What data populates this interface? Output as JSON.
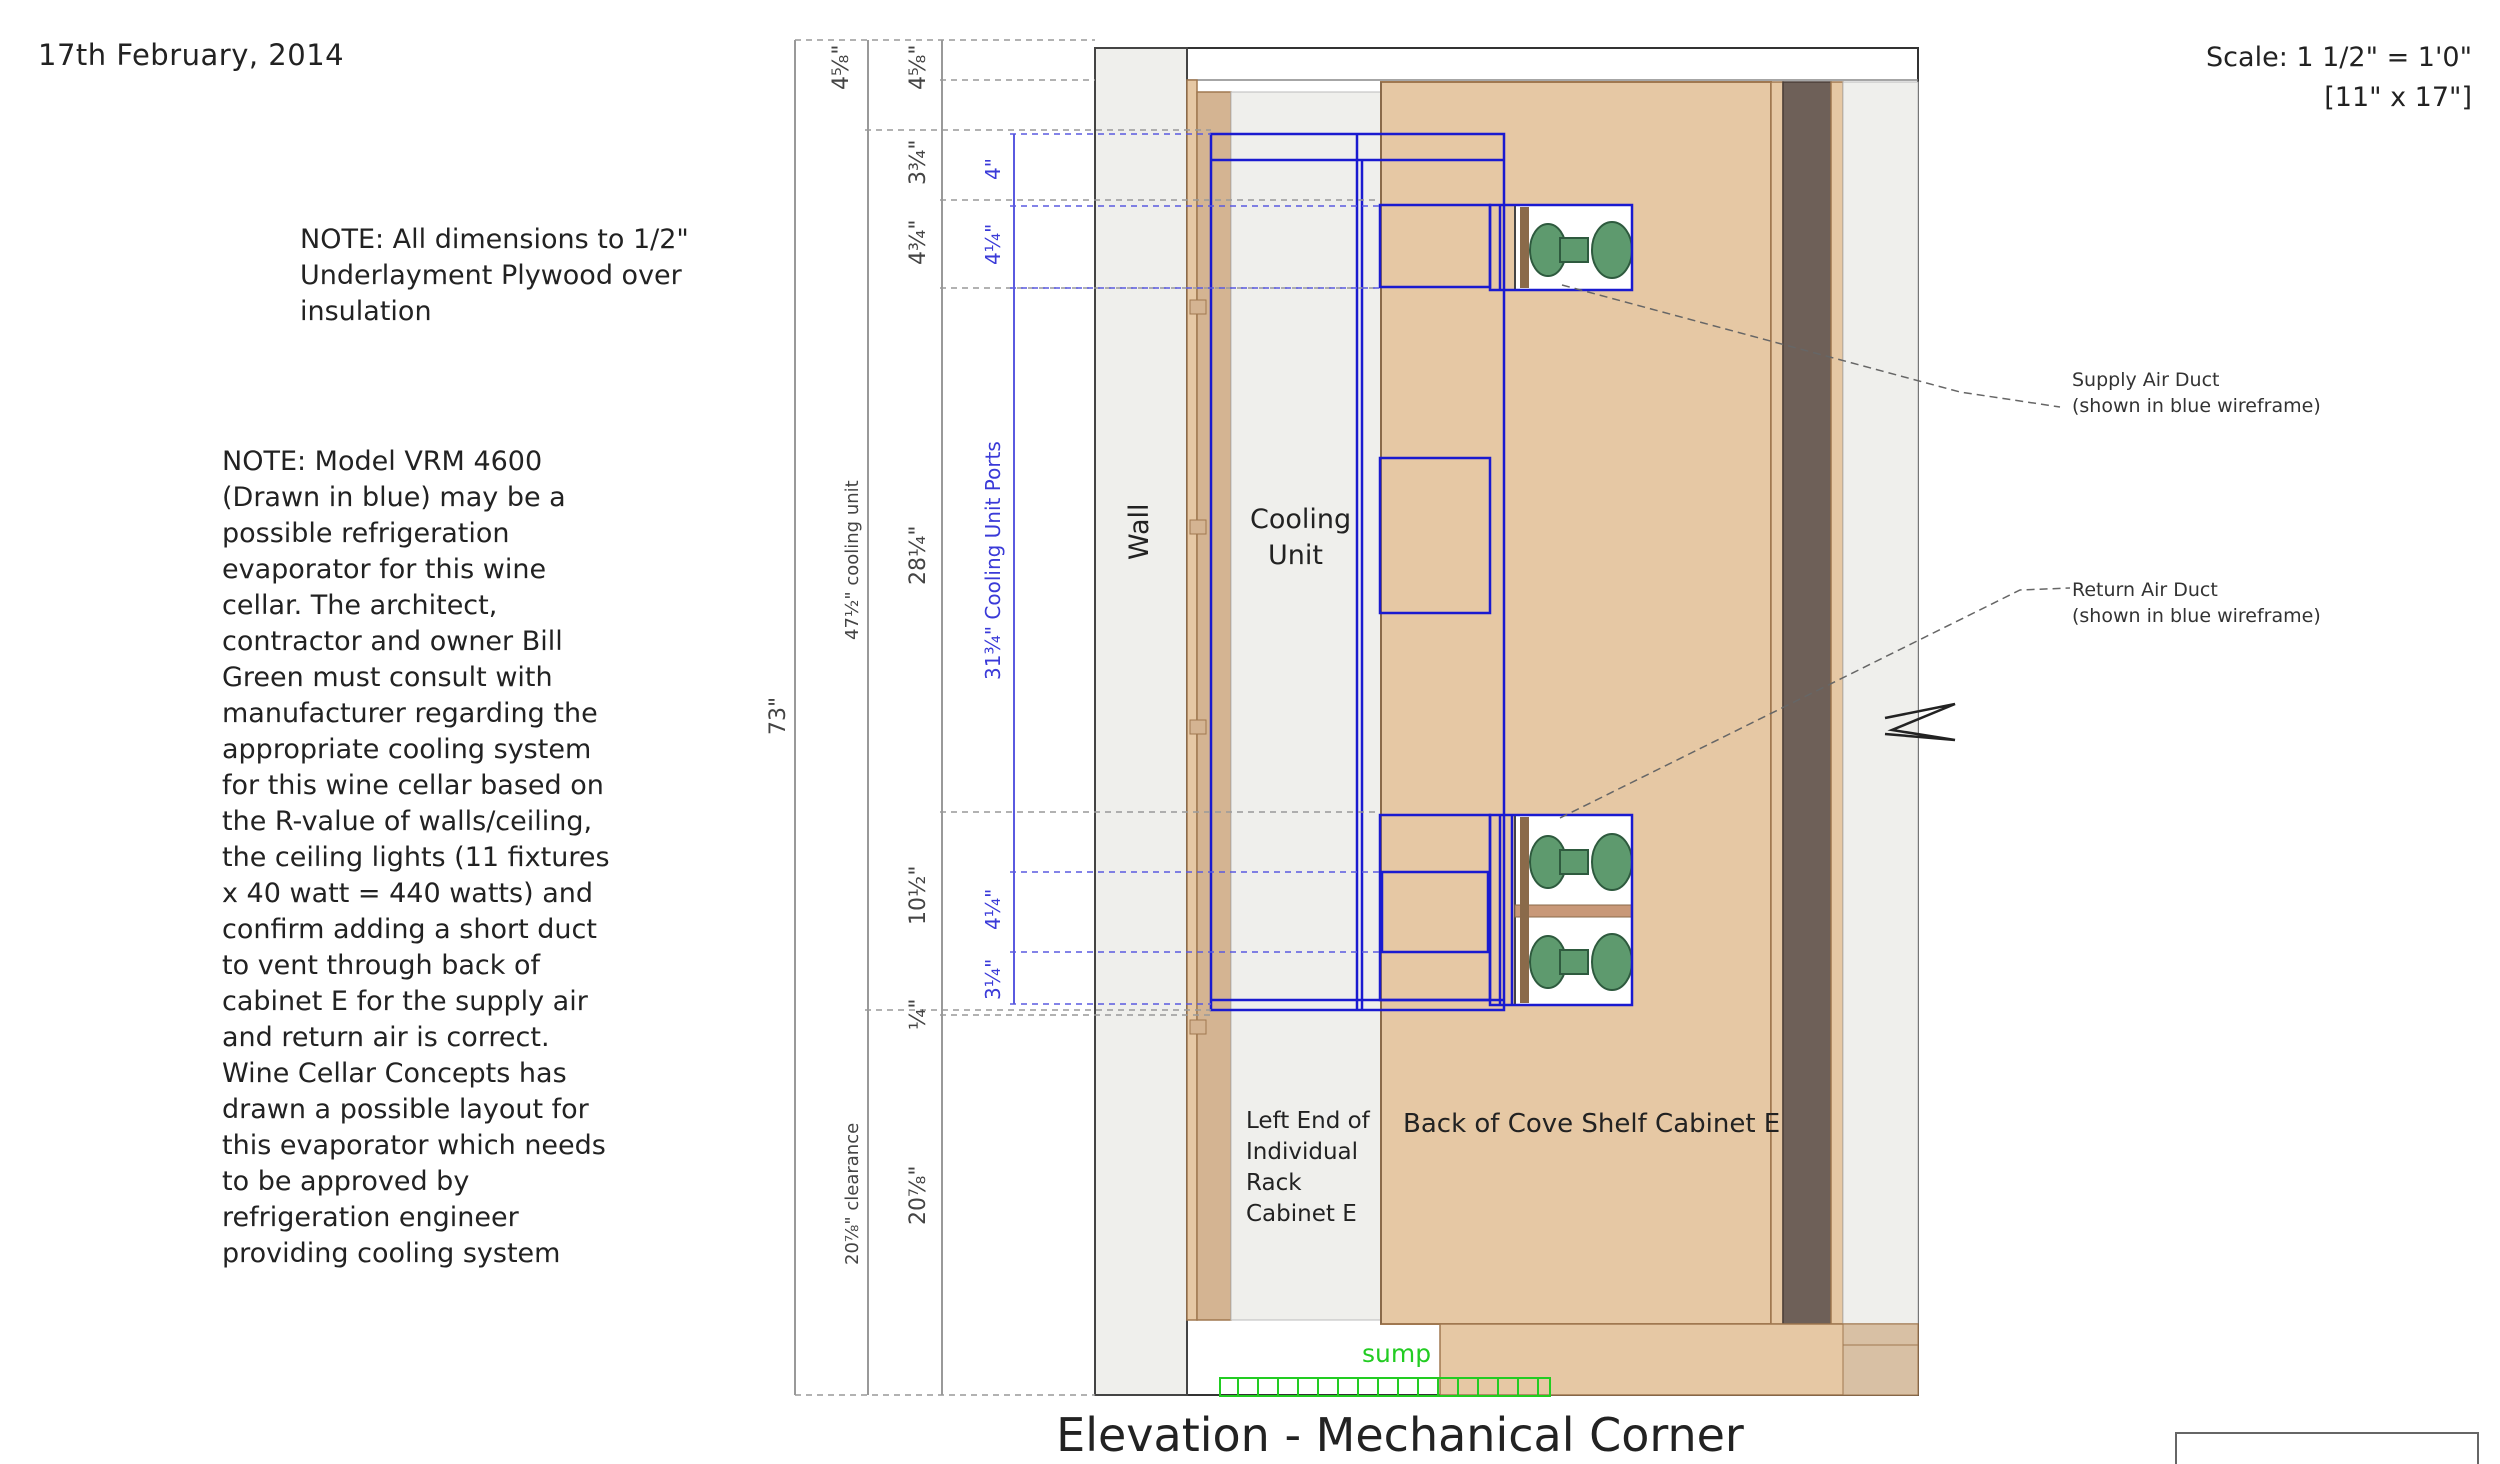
{
  "header": {
    "date": "17th February, 2014",
    "scale_line1": "Scale: 1 1/2\" = 1'0\"",
    "scale_line2": "[11\" x 17\"]"
  },
  "notes": {
    "note1": "NOTE: All dimensions to 1/2\" Underlayment Plywood over insulation",
    "note2": "NOTE: Model VRM 4600 (Drawn in blue) may be a possible refrigeration evaporator for this wine cellar. The architect, contractor and owner Bill Green must consult with manufacturer regarding the appropriate cooling system for this wine cellar based on the R-value of walls/ceiling, the ceiling lights (11 fixtures x 40 watt = 440 watts) and confirm adding a short duct to vent through back of cabinet E for the supply air and return air is correct. Wine Cellar Concepts has drawn a possible layout for this evaporator which needs to be approved by refrigeration engineer providing cooling system"
  },
  "title": "Elevation - Mechanical Corner",
  "labels": {
    "wall": "Wall",
    "cooling_unit_1": "Cooling",
    "cooling_unit_2": "Unit",
    "left_end_1": "Left End of",
    "left_end_2": "Individual",
    "left_end_3": "Rack",
    "left_end_4": "Cabinet E",
    "back_cove": "Back of Cove Shelf Cabinet E",
    "sump": "sump"
  },
  "callouts": {
    "supply_1": "Supply Air Duct",
    "supply_2": "(shown in blue wireframe)",
    "return_1": "Return Air Duct",
    "return_2": "(shown in blue wireframe)"
  },
  "dimensions": {
    "overall": "73\"",
    "cooling_unit_total": "47½\" cooling unit",
    "clearance": "20⅞\" clearance",
    "d_4_5_8_a": "4⅝\"",
    "d_4_5_8_b": "4⅝\"",
    "d_3_3_4": "3¾\"",
    "d_4_3_4": "4¾\"",
    "d_28_1_4": "28¼\"",
    "d_10_1_2": "10½\"",
    "d_1_4": "¼\"",
    "d_20_7_8": "20⅞\"",
    "b_4": "4\"",
    "b_4_1_4_a": "4¼\"",
    "b_ports": "31¾\" Cooling Unit Ports",
    "b_4_1_4_b": "4¼\"",
    "b_3_1_4": "3¼\""
  },
  "colors": {
    "cabinet_tan": "#e6c8a4",
    "panel_grey": "#efefec",
    "dark_post": "#6e6058",
    "wireframe_blue": "#1a1ad0",
    "bottle_green": "#5e9a6e",
    "sump_green": "#22cc22",
    "dimension_blue": "#5a5ae0"
  }
}
